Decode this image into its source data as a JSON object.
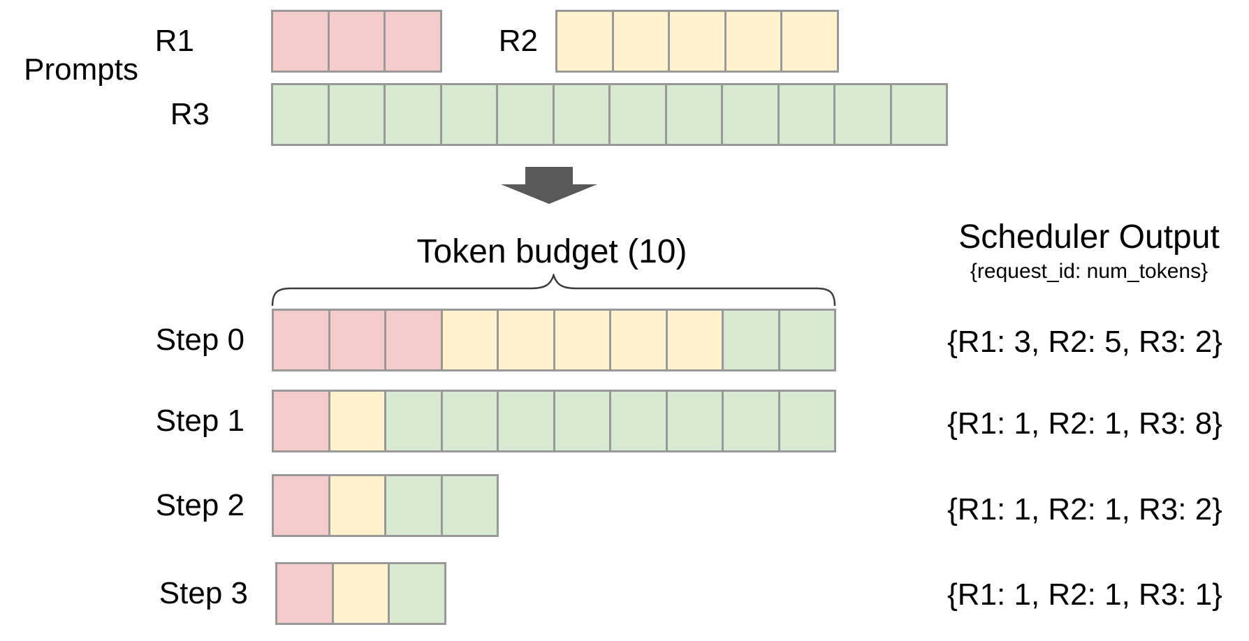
{
  "colors": {
    "R1": "#f4cccc",
    "R2": "#fff2cc",
    "R3": "#d9ead3",
    "cell_border": "#999999",
    "arrow": "#595959",
    "text": "#000000"
  },
  "icons": {
    "down_arrow": "down-block-arrow",
    "brace": "horizontal-curly-brace"
  },
  "prompts": {
    "label": "Prompts",
    "rows": [
      {
        "id": "R1",
        "segments": [
          {
            "req": "R1",
            "n": 3
          }
        ]
      },
      {
        "id": "R2",
        "segments": [
          {
            "req": "R2",
            "n": 5
          }
        ]
      },
      {
        "id": "R3",
        "segments": [
          {
            "req": "R3",
            "n": 12
          }
        ]
      }
    ]
  },
  "token_budget": {
    "label": "Token budget (10)",
    "budget": 10
  },
  "scheduler": {
    "title": "Scheduler Output",
    "subtitle": "{request_id: num_tokens}",
    "steps": [
      {
        "label": "Step 0",
        "segments": [
          {
            "req": "R1",
            "n": 3
          },
          {
            "req": "R2",
            "n": 5
          },
          {
            "req": "R3",
            "n": 2
          }
        ],
        "output": "{R1: 3, R2: 5, R3: 2}"
      },
      {
        "label": "Step 1",
        "segments": [
          {
            "req": "R1",
            "n": 1
          },
          {
            "req": "R2",
            "n": 1
          },
          {
            "req": "R3",
            "n": 8
          }
        ],
        "output": "{R1: 1, R2: 1, R3: 8}"
      },
      {
        "label": "Step 2",
        "segments": [
          {
            "req": "R1",
            "n": 1
          },
          {
            "req": "R2",
            "n": 1
          },
          {
            "req": "R3",
            "n": 2
          }
        ],
        "output": "{R1: 1, R2: 1, R3: 2}"
      },
      {
        "label": "Step 3",
        "segments": [
          {
            "req": "R1",
            "n": 1
          },
          {
            "req": "R2",
            "n": 1
          },
          {
            "req": "R3",
            "n": 1
          }
        ],
        "output": "{R1: 1, R2: 1, R3: 1}"
      }
    ]
  }
}
